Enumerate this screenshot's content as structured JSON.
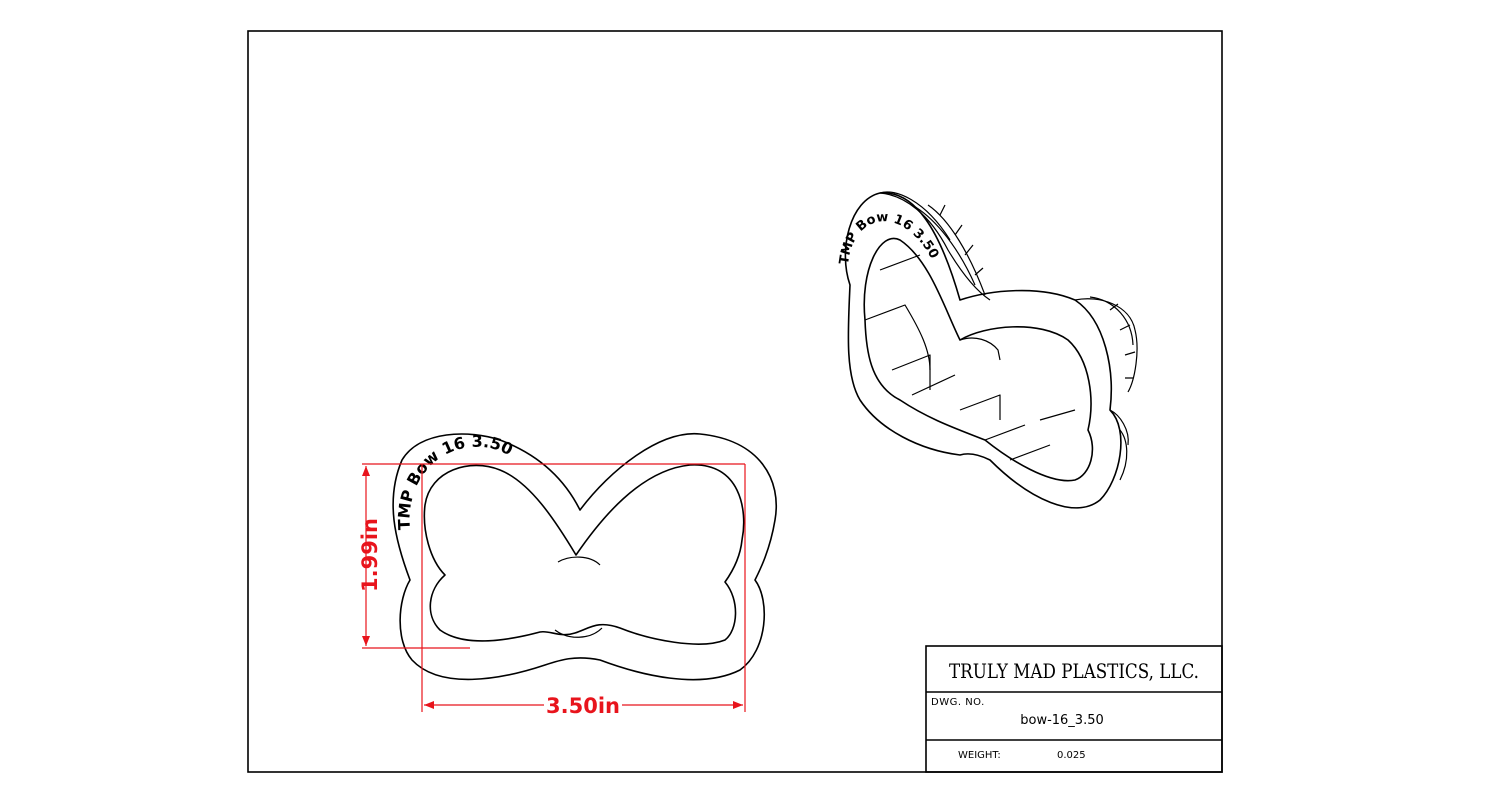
{
  "part": {
    "embossed_text": "TMP Bow 16  3.50"
  },
  "dimensions": {
    "width_label": "3.50in",
    "height_label": "1.99in",
    "color": "#e8141c"
  },
  "title_block": {
    "company": "TRULY MAD PLASTICS, LLC.",
    "dwg_no_label": "DWG. NO.",
    "dwg_no": "bow-16_3.50",
    "weight_label": "WEIGHT:",
    "weight": "0.025"
  }
}
